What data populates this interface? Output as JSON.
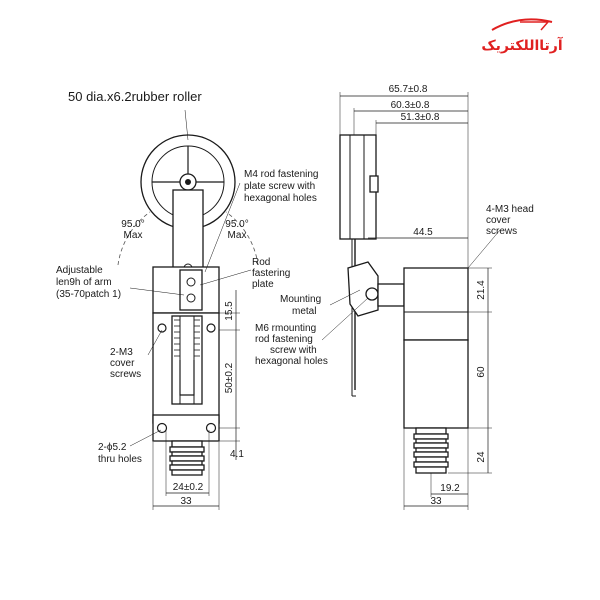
{
  "logo": {
    "text": "آرتااللکتریک",
    "color": "#e02020"
  },
  "labels": {
    "roller": "50 dia.x6.2rubber roller",
    "m4_l1": "M4 rod fastening",
    "m4_l2": "plate screw with",
    "m4_l3": "hexagonal holes",
    "angle_left": "95.0°",
    "angle_left_max": "Max",
    "angle_right": "95.0°",
    "angle_right_max": "Max",
    "adj_l1": "Adjustable",
    "adj_l2": "len9h of arm",
    "adj_l3": "(35-70patch 1)",
    "rod_l1": "Rod",
    "rod_l2": "fastering",
    "rod_l3": "plate",
    "m3cover_l1": "2-M3",
    "m3cover_l2": "cover",
    "m3cover_l3": "screws",
    "thru_l1": "2-ϕ5.2",
    "thru_l2": "thru holes",
    "mount_l1": "Mounting",
    "mount_l2": "metal",
    "m6_l1": "M6 rmounting",
    "m6_l2": "rod fastening",
    "m6_l3": "screw with",
    "m6_l4": "hexagonal holes",
    "head_l1": "4-M3 head",
    "head_l2": "cover",
    "head_l3": "screws"
  },
  "dimensions": {
    "d_657": "65.7±0.8",
    "d_603": "60.3±0.8",
    "d_513": "51.3±0.8",
    "d_445": "44.5",
    "d_214": "21.4",
    "d_60": "60",
    "d_24r": "24",
    "d_192": "19.2",
    "d_33r": "33",
    "d_155": "15.5",
    "d_50": "50±0.2",
    "d_41": "4.1",
    "d_24l": "24±0.2",
    "d_33l": "33"
  }
}
